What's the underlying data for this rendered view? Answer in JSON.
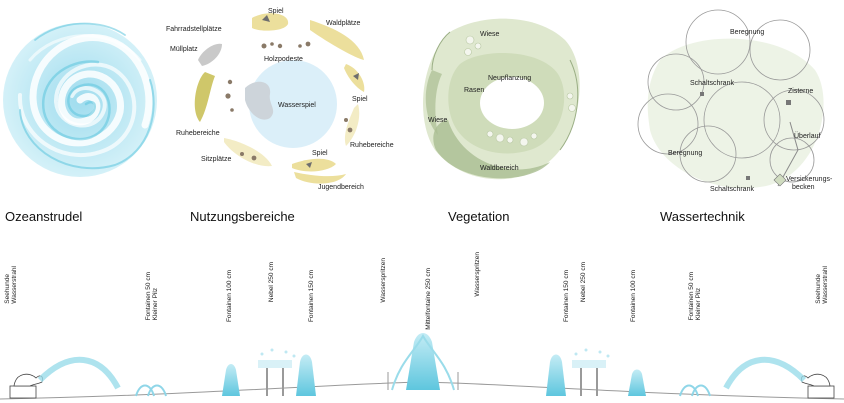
{
  "panels": {
    "ozean": {
      "heading": "Ozeanstrudel"
    },
    "nutzung": {
      "heading": "Nutzungsbereiche",
      "labels": {
        "spiel_top": "Spiel",
        "fahrrad": "Fahrradstellplätze",
        "waldplaetze": "Waldplätze",
        "muellplatz": "Müllplatz",
        "holzpodeste": "Holzpodeste",
        "wasserspiel": "Wasserspiel",
        "spiel_right": "Spiel",
        "ruhebereiche_left": "Ruhebereiche",
        "ruhebereiche_right": "Ruhebereiche",
        "sitzplaetze": "Sitzplätze",
        "spiel_bottom": "Spiel",
        "jugendbereich": "Jugendbereich"
      }
    },
    "vegetation": {
      "heading": "Vegetation",
      "labels": {
        "wiese_top": "Wiese",
        "neupflanzung": "Neupflanzung",
        "rasen": "Rasen",
        "wiese_left": "Wiese",
        "waldbereich": "Waldbereich"
      }
    },
    "wassertechnik": {
      "heading": "Wassertechnik",
      "labels": {
        "beregnung_top": "Beregnung",
        "schaltschrank_top": "Schaltschrank",
        "zisterne": "Zisterne",
        "ueberlauf": "Überlauf",
        "beregnung_left": "Beregnung",
        "schaltschrank_bottom": "Schaltschrank",
        "versickerung_1": "Versickerungs-",
        "versickerung_2": "becken"
      }
    }
  },
  "elevation": {
    "labels": [
      [
        "Seehunde",
        "Wasserstrahl"
      ],
      [
        "Fontainen 50 cm",
        "Kleiner Pilz"
      ],
      [
        "Fontainen 100 cm"
      ],
      [
        "Nebel 250 cm"
      ],
      [
        "Fontainen 150 cm"
      ],
      [
        "Wasserspritzen"
      ],
      [
        "Mittelfontaine 250 cm"
      ],
      [
        "Wasserspritzen"
      ],
      [
        "Fontainen 150 cm"
      ],
      [
        "Nebel 250 cm"
      ],
      [
        "Fontainen 100 cm"
      ],
      [
        "Fontainen 50 cm",
        "Kleiner Pilz"
      ],
      [
        "Seehunde",
        "Wasserstrahl"
      ]
    ]
  },
  "colors": {
    "water": "#7fd3e6",
    "water_light": "#c4ecf5",
    "usage_yellow": "#ecdf9c",
    "usage_olive": "#cfc76a",
    "veg_green": "#cfdcba",
    "veg_dark": "#a9bd91",
    "tech_green": "#e3ecd8"
  }
}
